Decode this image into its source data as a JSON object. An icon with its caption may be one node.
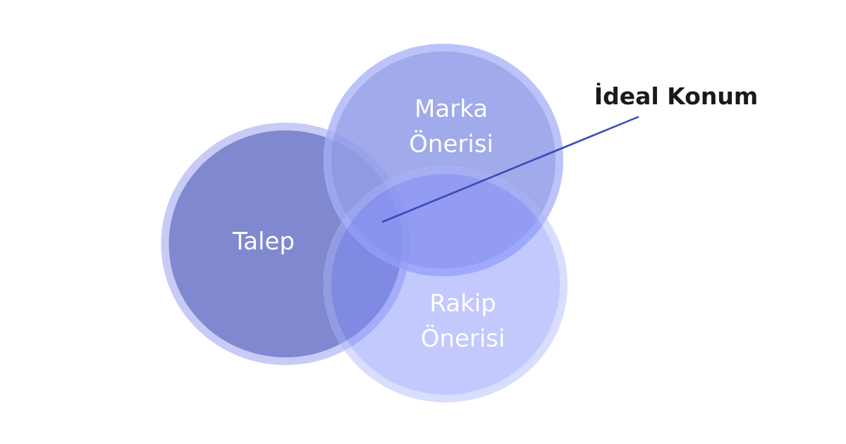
{
  "diagram": {
    "nodes": [
      {
        "text": [
          "Talep"
        ]
      },
      {
        "text": [
          "Marka Önerisi"
        ]
      },
      {
        "text": [
          "Rakip Önerisi"
        ]
      },
      {
        "text": [
          "İdeal Konum"
        ]
      }
    ],
    "edges": [
      {
        "from": 3,
        "to": 1,
        "arrow": "none",
        "color": "#3b4bb8"
      }
    ]
  }
}
